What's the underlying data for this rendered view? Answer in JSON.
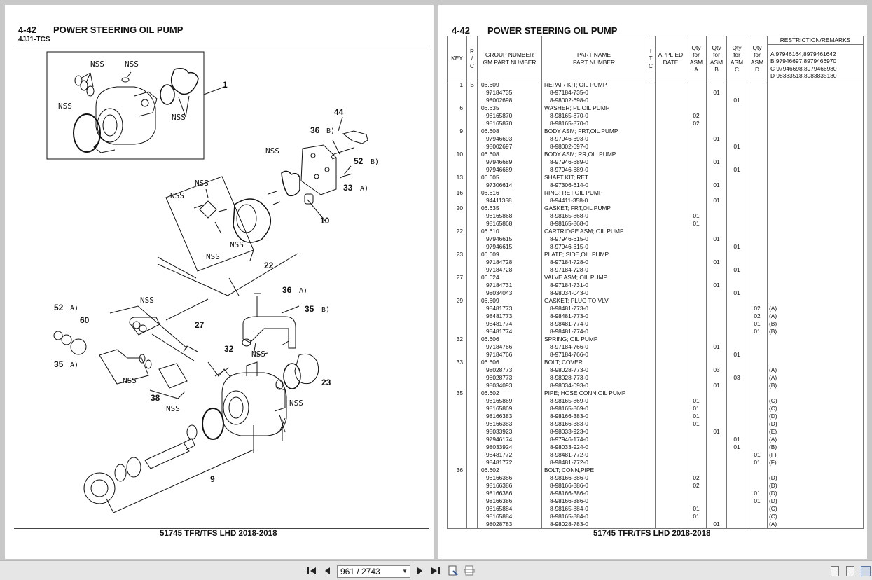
{
  "left_page": {
    "section_number": "4-42",
    "title": "POWER STEERING OIL PUMP",
    "engine": "4JJ1-TCS",
    "footer": "51745 TFR/TFS LHD 2018-2018",
    "diagram": {
      "nss_label": "NSS",
      "callouts": [
        "1",
        "44",
        "36",
        "52",
        "33",
        "10",
        "22",
        "36",
        "35",
        "52",
        "60",
        "27",
        "32",
        "35",
        "23",
        "38",
        "9"
      ],
      "ref_letters": [
        "B)",
        "B)",
        "A)",
        "A)",
        "B)",
        "A)",
        "A)"
      ]
    }
  },
  "right_page": {
    "section_number": "4-42",
    "title": "POWER STEERING OIL PUMP",
    "footer": "51745 TFR/TFS LHD 2018-2018",
    "table": {
      "headers": {
        "key": "KEY",
        "rc": "R / C",
        "group": "GROUP NUMBER",
        "gm_part": "GM PART NUMBER",
        "part_name": "PART NAME",
        "part_number": "PART NUMBER",
        "itc": "I T C",
        "applied": "APPLIED",
        "date": "DATE",
        "qty_a": "Qty for ASM A",
        "qty_b": "Qty for ASM B",
        "qty_c": "Qty for ASM C",
        "qty_d": "Qty for ASM D",
        "restriction_title": "RESTRICTION/REMARKS",
        "restrictions": [
          "A 97946164,8979461642",
          "B 97946697,8979466970",
          "C 97946698,8979466980",
          "D 98383518,8983835180"
        ]
      },
      "rows": [
        {
          "key": "1",
          "rc": "B",
          "group": "06.609",
          "name": "REPAIR KIT; OIL PUMP",
          "qa": "",
          "qb": "",
          "qc": "",
          "qd": "",
          "rr": ""
        },
        {
          "key": "",
          "rc": "",
          "group": "97184735",
          "name": "8-97184-735-0",
          "qa": "",
          "qb": "01",
          "qc": "",
          "qd": "",
          "rr": ""
        },
        {
          "key": "",
          "rc": "",
          "group": "98002698",
          "name": "8-98002-698-0",
          "qa": "",
          "qb": "",
          "qc": "01",
          "qd": "",
          "rr": ""
        },
        {
          "key": "6",
          "rc": "",
          "group": "06.635",
          "name": "WASHER; PL,OIL PUMP",
          "qa": "",
          "qb": "",
          "qc": "",
          "qd": "",
          "rr": ""
        },
        {
          "key": "",
          "rc": "",
          "group": "98165870",
          "name": "8-98165-870-0",
          "qa": "02",
          "qb": "",
          "qc": "",
          "qd": "",
          "rr": ""
        },
        {
          "key": "",
          "rc": "",
          "group": "98165870",
          "name": "8-98165-870-0",
          "qa": "02",
          "qb": "",
          "qc": "",
          "qd": "",
          "rr": ""
        },
        {
          "key": "9",
          "rc": "",
          "group": "06.608",
          "name": "BODY ASM; FRT,OIL PUMP",
          "qa": "",
          "qb": "",
          "qc": "",
          "qd": "",
          "rr": ""
        },
        {
          "key": "",
          "rc": "",
          "group": "97946693",
          "name": "8-97946-693-0",
          "qa": "",
          "qb": "01",
          "qc": "",
          "qd": "",
          "rr": ""
        },
        {
          "key": "",
          "rc": "",
          "group": "98002697",
          "name": "8-98002-697-0",
          "qa": "",
          "qb": "",
          "qc": "01",
          "qd": "",
          "rr": ""
        },
        {
          "key": "10",
          "rc": "",
          "group": "06.608",
          "name": "BODY ASM; RR,OIL PUMP",
          "qa": "",
          "qb": "",
          "qc": "",
          "qd": "",
          "rr": ""
        },
        {
          "key": "",
          "rc": "",
          "group": "97946689",
          "name": "8-97946-689-0",
          "qa": "",
          "qb": "01",
          "qc": "",
          "qd": "",
          "rr": ""
        },
        {
          "key": "",
          "rc": "",
          "group": "97946689",
          "name": "8-97946-689-0",
          "qa": "",
          "qb": "",
          "qc": "01",
          "qd": "",
          "rr": ""
        },
        {
          "key": "13",
          "rc": "",
          "group": "06.605",
          "name": "SHAFT KIT; RET",
          "qa": "",
          "qb": "",
          "qc": "",
          "qd": "",
          "rr": ""
        },
        {
          "key": "",
          "rc": "",
          "group": "97306614",
          "name": "8-97306-614-0",
          "qa": "",
          "qb": "01",
          "qc": "",
          "qd": "",
          "rr": ""
        },
        {
          "key": "16",
          "rc": "",
          "group": "06.616",
          "name": "RING; RET,OIL PUMP",
          "qa": "",
          "qb": "",
          "qc": "",
          "qd": "",
          "rr": ""
        },
        {
          "key": "",
          "rc": "",
          "group": "94411358",
          "name": "8-94411-358-0",
          "qa": "",
          "qb": "01",
          "qc": "",
          "qd": "",
          "rr": ""
        },
        {
          "key": "20",
          "rc": "",
          "group": "06.635",
          "name": "GASKET; FRT,OIL PUMP",
          "qa": "",
          "qb": "",
          "qc": "",
          "qd": "",
          "rr": ""
        },
        {
          "key": "",
          "rc": "",
          "group": "98165868",
          "name": "8-98165-868-0",
          "qa": "01",
          "qb": "",
          "qc": "",
          "qd": "",
          "rr": ""
        },
        {
          "key": "",
          "rc": "",
          "group": "98165868",
          "name": "8-98165-868-0",
          "qa": "01",
          "qb": "",
          "qc": "",
          "qd": "",
          "rr": ""
        },
        {
          "key": "22",
          "rc": "",
          "group": "06.610",
          "name": "CARTRIDGE ASM; OIL PUMP",
          "qa": "",
          "qb": "",
          "qc": "",
          "qd": "",
          "rr": ""
        },
        {
          "key": "",
          "rc": "",
          "group": "97946615",
          "name": "8-97946-615-0",
          "qa": "",
          "qb": "01",
          "qc": "",
          "qd": "",
          "rr": ""
        },
        {
          "key": "",
          "rc": "",
          "group": "97946615",
          "name": "8-97946-615-0",
          "qa": "",
          "qb": "",
          "qc": "01",
          "qd": "",
          "rr": ""
        },
        {
          "key": "23",
          "rc": "",
          "group": "06.609",
          "name": "PLATE; SIDE,OIL PUMP",
          "qa": "",
          "qb": "",
          "qc": "",
          "qd": "",
          "rr": ""
        },
        {
          "key": "",
          "rc": "",
          "group": "97184728",
          "name": "8-97184-728-0",
          "qa": "",
          "qb": "01",
          "qc": "",
          "qd": "",
          "rr": ""
        },
        {
          "key": "",
          "rc": "",
          "group": "97184728",
          "name": "8-97184-728-0",
          "qa": "",
          "qb": "",
          "qc": "01",
          "qd": "",
          "rr": ""
        },
        {
          "key": "27",
          "rc": "",
          "group": "06.624",
          "name": "VALVE ASM; OIL PUMP",
          "qa": "",
          "qb": "",
          "qc": "",
          "qd": "",
          "rr": ""
        },
        {
          "key": "",
          "rc": "",
          "group": "97184731",
          "name": "8-97184-731-0",
          "qa": "",
          "qb": "01",
          "qc": "",
          "qd": "",
          "rr": ""
        },
        {
          "key": "",
          "rc": "",
          "group": "98034043",
          "name": "8-98034-043-0",
          "qa": "",
          "qb": "",
          "qc": "01",
          "qd": "",
          "rr": ""
        },
        {
          "key": "29",
          "rc": "",
          "group": "06.609",
          "name": "GASKET; PLUG TO VLV",
          "qa": "",
          "qb": "",
          "qc": "",
          "qd": "",
          "rr": ""
        },
        {
          "key": "",
          "rc": "",
          "group": "98481773",
          "name": "8-98481-773-0",
          "qa": "",
          "qb": "",
          "qc": "",
          "qd": "02",
          "rr": "(A)"
        },
        {
          "key": "",
          "rc": "",
          "group": "98481773",
          "name": "8-98481-773-0",
          "qa": "",
          "qb": "",
          "qc": "",
          "qd": "02",
          "rr": "(A)"
        },
        {
          "key": "",
          "rc": "",
          "group": "98481774",
          "name": "8-98481-774-0",
          "qa": "",
          "qb": "",
          "qc": "",
          "qd": "01",
          "rr": "(B)"
        },
        {
          "key": "",
          "rc": "",
          "group": "98481774",
          "name": "8-98481-774-0",
          "qa": "",
          "qb": "",
          "qc": "",
          "qd": "01",
          "rr": "(B)"
        },
        {
          "key": "32",
          "rc": "",
          "group": "06.606",
          "name": "SPRING; OIL PUMP",
          "qa": "",
          "qb": "",
          "qc": "",
          "qd": "",
          "rr": ""
        },
        {
          "key": "",
          "rc": "",
          "group": "97184766",
          "name": "8-97184-766-0",
          "qa": "",
          "qb": "01",
          "qc": "",
          "qd": "",
          "rr": ""
        },
        {
          "key": "",
          "rc": "",
          "group": "97184766",
          "name": "8-97184-766-0",
          "qa": "",
          "qb": "",
          "qc": "01",
          "qd": "",
          "rr": ""
        },
        {
          "key": "33",
          "rc": "",
          "group": "06.606",
          "name": "BOLT; COVER",
          "qa": "",
          "qb": "",
          "qc": "",
          "qd": "",
          "rr": ""
        },
        {
          "key": "",
          "rc": "",
          "group": "98028773",
          "name": "8-98028-773-0",
          "qa": "",
          "qb": "03",
          "qc": "",
          "qd": "",
          "rr": "(A)"
        },
        {
          "key": "",
          "rc": "",
          "group": "98028773",
          "name": "8-98028-773-0",
          "qa": "",
          "qb": "",
          "qc": "03",
          "qd": "",
          "rr": "(A)"
        },
        {
          "key": "",
          "rc": "",
          "group": "98034093",
          "name": "8-98034-093-0",
          "qa": "",
          "qb": "01",
          "qc": "",
          "qd": "",
          "rr": "(B)"
        },
        {
          "key": "35",
          "rc": "",
          "group": "06.602",
          "name": "PIPE; HOSE CONN,OIL PUMP",
          "qa": "",
          "qb": "",
          "qc": "",
          "qd": "",
          "rr": ""
        },
        {
          "key": "",
          "rc": "",
          "group": "98165869",
          "name": "8-98165-869-0",
          "qa": "01",
          "qb": "",
          "qc": "",
          "qd": "",
          "rr": "(C)"
        },
        {
          "key": "",
          "rc": "",
          "group": "98165869",
          "name": "8-98165-869-0",
          "qa": "01",
          "qb": "",
          "qc": "",
          "qd": "",
          "rr": "(C)"
        },
        {
          "key": "",
          "rc": "",
          "group": "98166383",
          "name": "8-98166-383-0",
          "qa": "01",
          "qb": "",
          "qc": "",
          "qd": "",
          "rr": "(D)"
        },
        {
          "key": "",
          "rc": "",
          "group": "98166383",
          "name": "8-98166-383-0",
          "qa": "01",
          "qb": "",
          "qc": "",
          "qd": "",
          "rr": "(D)"
        },
        {
          "key": "",
          "rc": "",
          "group": "98033923",
          "name": "8-98033-923-0",
          "qa": "",
          "qb": "01",
          "qc": "",
          "qd": "",
          "rr": "(E)"
        },
        {
          "key": "",
          "rc": "",
          "group": "97946174",
          "name": "8-97946-174-0",
          "qa": "",
          "qb": "",
          "qc": "01",
          "qd": "",
          "rr": "(A)"
        },
        {
          "key": "",
          "rc": "",
          "group": "98033924",
          "name": "8-98033-924-0",
          "qa": "",
          "qb": "",
          "qc": "01",
          "qd": "",
          "rr": "(B)"
        },
        {
          "key": "",
          "rc": "",
          "group": "98481772",
          "name": "8-98481-772-0",
          "qa": "",
          "qb": "",
          "qc": "",
          "qd": "01",
          "rr": "(F)"
        },
        {
          "key": "",
          "rc": "",
          "group": "98481772",
          "name": "8-98481-772-0",
          "qa": "",
          "qb": "",
          "qc": "",
          "qd": "01",
          "rr": "(F)"
        },
        {
          "key": "36",
          "rc": "",
          "group": "06.602",
          "name": "BOLT; CONN,PIPE",
          "qa": "",
          "qb": "",
          "qc": "",
          "qd": "",
          "rr": ""
        },
        {
          "key": "",
          "rc": "",
          "group": "98166386",
          "name": "8-98166-386-0",
          "qa": "02",
          "qb": "",
          "qc": "",
          "qd": "",
          "rr": "(D)"
        },
        {
          "key": "",
          "rc": "",
          "group": "98166386",
          "name": "8-98166-386-0",
          "qa": "02",
          "qb": "",
          "qc": "",
          "qd": "",
          "rr": "(D)"
        },
        {
          "key": "",
          "rc": "",
          "group": "98166386",
          "name": "8-98166-386-0",
          "qa": "",
          "qb": "",
          "qc": "",
          "qd": "01",
          "rr": "(D)"
        },
        {
          "key": "",
          "rc": "",
          "group": "98166386",
          "name": "8-98166-386-0",
          "qa": "",
          "qb": "",
          "qc": "",
          "qd": "01",
          "rr": "(D)"
        },
        {
          "key": "",
          "rc": "",
          "group": "98165884",
          "name": "8-98165-884-0",
          "qa": "01",
          "qb": "",
          "qc": "",
          "qd": "",
          "rr": "(C)"
        },
        {
          "key": "",
          "rc": "",
          "group": "98165884",
          "name": "8-98165-884-0",
          "qa": "01",
          "qb": "",
          "qc": "",
          "qd": "",
          "rr": "(C)"
        },
        {
          "key": "",
          "rc": "",
          "group": "98028783",
          "name": "8-98028-783-0",
          "qa": "",
          "qb": "01",
          "qc": "",
          "qd": "",
          "rr": "(A)"
        }
      ]
    }
  },
  "toolbar": {
    "page_indicator": "961 / 2743",
    "icons": [
      "first-page-icon",
      "prev-page-icon",
      "next-page-icon",
      "last-page-icon",
      "fit-page-icon",
      "fit-width-icon",
      "single-page-view-icon",
      "continuous-view-icon",
      "facing-view-icon"
    ]
  }
}
